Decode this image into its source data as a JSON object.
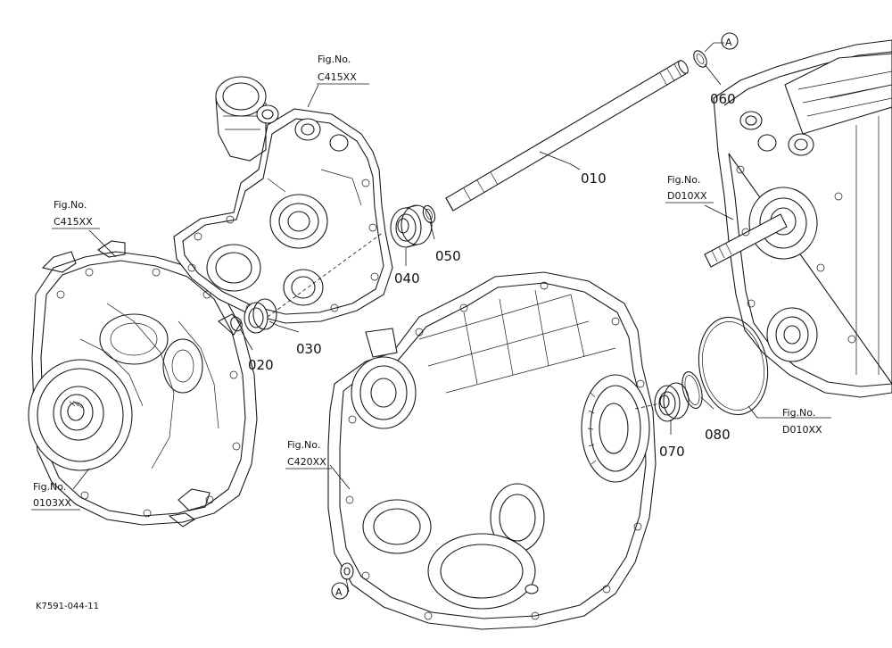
{
  "parts": {
    "p010": "010",
    "p020": "020",
    "p030": "030",
    "p040": "040",
    "p050": "050",
    "p060": "060",
    "p070": "070",
    "p080": "080"
  },
  "figures": {
    "fig_prefix": "Fig.No.",
    "c415_top": "C415XX",
    "c415_left": "C415XX",
    "d010_right_top": "D010XX",
    "d010_right_bottom": "D010XX",
    "c420": "C420XX",
    "f0103": "0103XX"
  },
  "markers": {
    "a_top": "A",
    "a_bottom": "A"
  },
  "footer": {
    "code": "K7591-044-11"
  }
}
